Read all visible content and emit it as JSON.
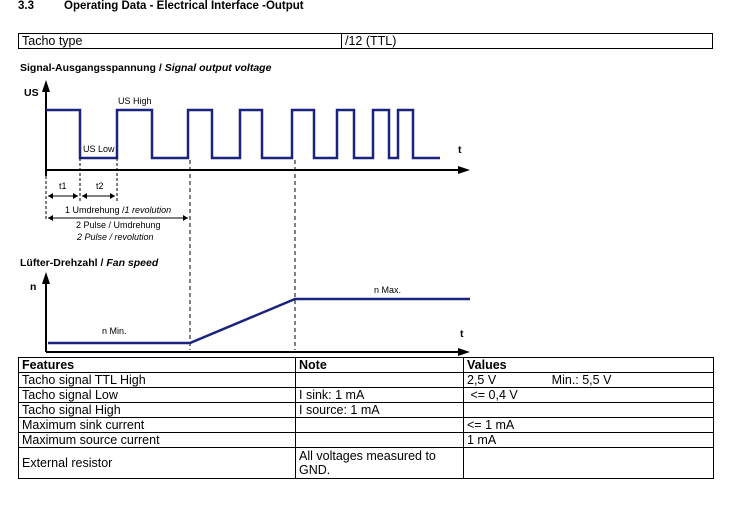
{
  "section": {
    "number": "3.3",
    "title": "Operating Data - Electrical Interface -Output"
  },
  "tacho": {
    "label": "Tacho type",
    "value": "/12 (TTL)"
  },
  "signal_chart": {
    "title_de": "Signal-Ausgangsspannung / ",
    "title_en": "Signal output voltage",
    "y_label": "US",
    "x_label": "t",
    "us_high": "US High",
    "us_low": "US Low",
    "t1": "t1",
    "t2": "t2",
    "rev_de": "1 Umdrehung /",
    "rev_en": "1 revolution",
    "pulse_de": "2 Pulse / Umdrehung",
    "pulse_en": "2 Pulse / revolution"
  },
  "speed_chart": {
    "title_de": "Lüfter-Drehzahl / ",
    "title_en": "Fan speed",
    "y_label": "n",
    "x_label": "t",
    "n_min": "n Min.",
    "n_max": "n Max."
  },
  "table": {
    "headers": [
      "Features",
      "Note",
      "Values"
    ],
    "rows": [
      {
        "feature": "Tacho signal TTL High",
        "note": "",
        "value": "2,5 V",
        "extra": "Min.: 5,5 V"
      },
      {
        "feature": "Tacho signal Low",
        "note": "I sink: 1 mA",
        "value": " <= 0,4 V",
        "extra": ""
      },
      {
        "feature": "Tacho signal High",
        "note": "I source: 1 mA",
        "value": "",
        "extra": ""
      },
      {
        "feature": "Maximum sink current",
        "note": "",
        "value": "<= 1 mA",
        "extra": ""
      },
      {
        "feature": "Maximum source current",
        "note": "",
        "value": "1 mA",
        "extra": ""
      },
      {
        "feature": "External resistor",
        "note": "All voltages measured to GND.",
        "value": "",
        "extra": ""
      }
    ]
  },
  "colors": {
    "signal": "#1a237e",
    "line": "#000000"
  }
}
